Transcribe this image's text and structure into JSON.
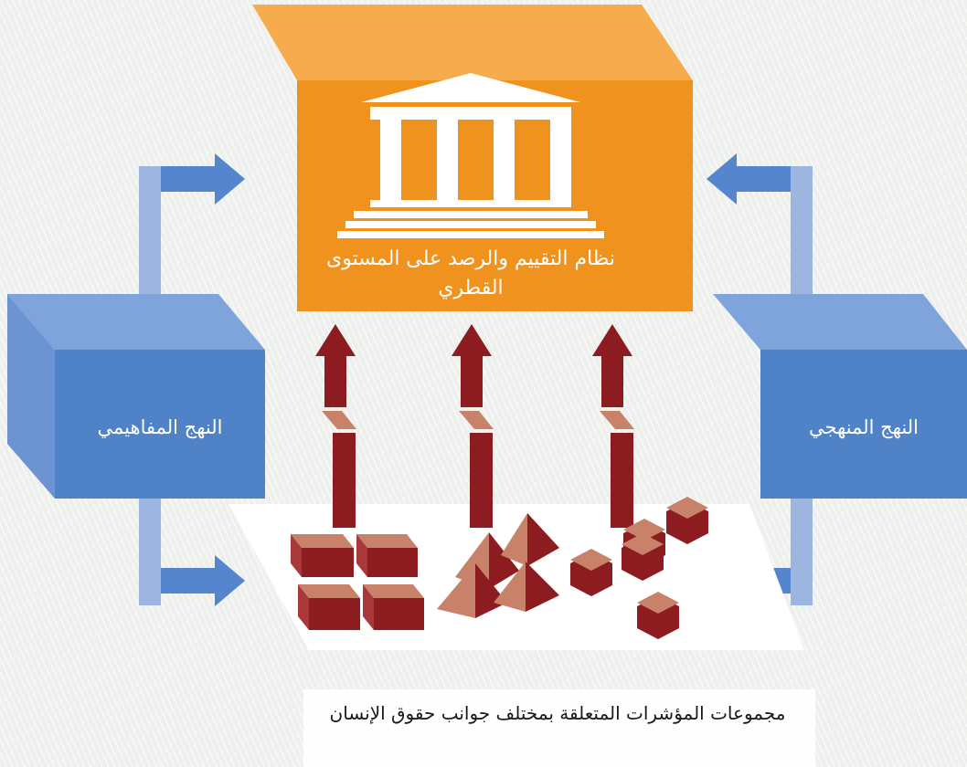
{
  "central_system": {
    "label": "نظام التقييم والرصد على المستوى القطري",
    "icon": "institution-icon",
    "color": "#f0921e"
  },
  "left_box": {
    "label": "النهج المفاهيمي",
    "color": "#4f82c6"
  },
  "right_box": {
    "label": "النهج المنهجي",
    "color": "#4f82c6"
  },
  "indicator_groups": {
    "caption": "مجموعات المؤشرات المتعلقة بمختلف جوانب حقوق الإنسان",
    "items": [
      {
        "name": "bricks",
        "icon": "bricks-icon"
      },
      {
        "name": "pyramids",
        "icon": "pyramids-icon"
      },
      {
        "name": "hexagons",
        "icon": "hexagons-icon"
      }
    ]
  },
  "colors": {
    "arrow_blue": "#5585cc",
    "connector_light_blue": "#9db6e0",
    "shape_dark_red": "#8c1c1f",
    "shape_salmon": "#c9826a"
  }
}
